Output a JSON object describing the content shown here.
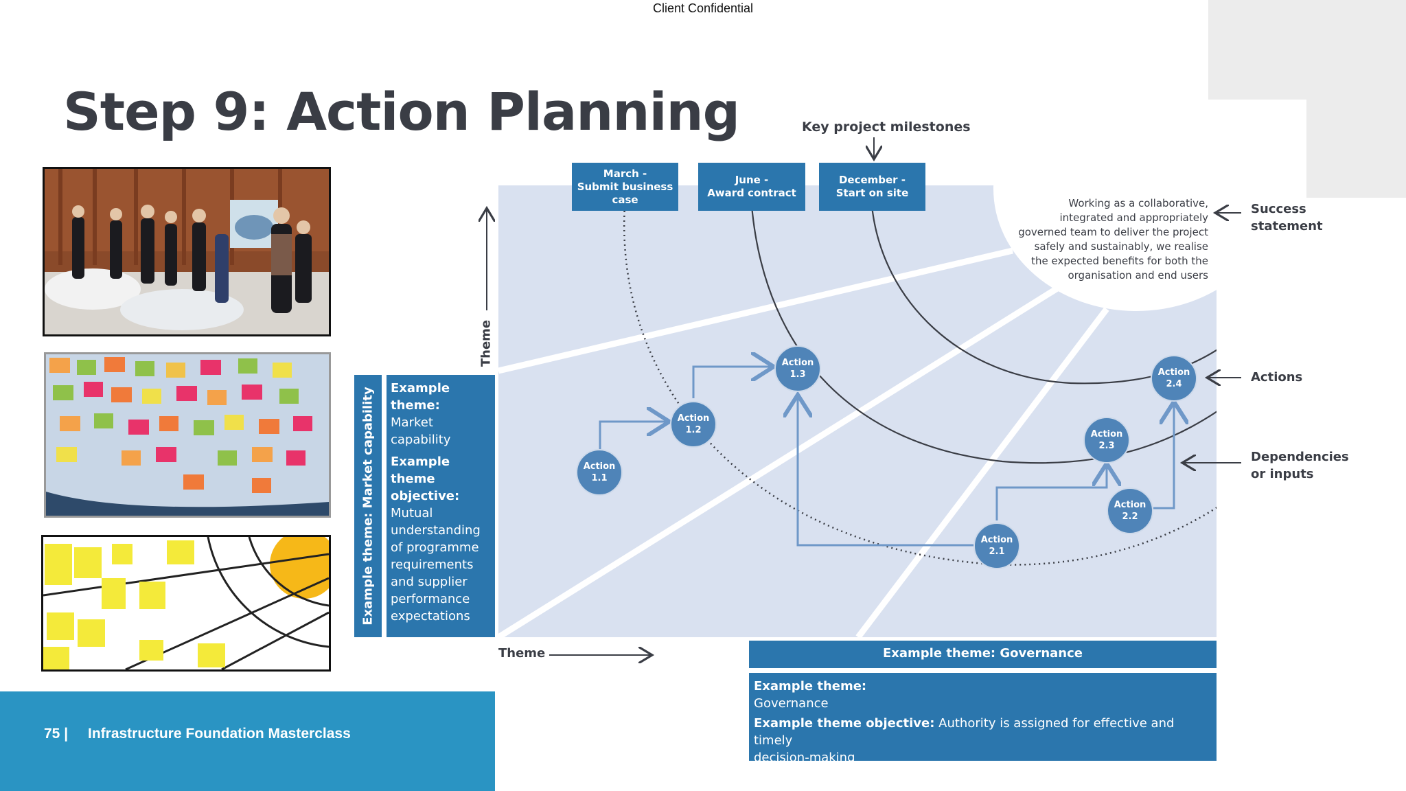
{
  "header": {
    "confidential": "Client Confidential",
    "title": "Step 9: Action Planning"
  },
  "footer": {
    "page_number": "75 |",
    "course_name": "Infrastructure Foundation Masterclass"
  },
  "diagram": {
    "key_milestones_label": "Key project milestones",
    "milestones": [
      {
        "line1": "March -",
        "line2": "Submit business",
        "line3": "case"
      },
      {
        "line1": "June -",
        "line2": "Award contract"
      },
      {
        "line1": "December -",
        "line2": "Start on site"
      }
    ],
    "success_statement_lines": [
      "Working as a collaborative,",
      "integrated and appropriately",
      "governed team to deliver the project",
      "safely and sustainably, we realise",
      "the expected benefits for both the",
      "organisation and end users"
    ],
    "right_labels": {
      "success_line1": "Success",
      "success_line2": "statement",
      "actions": "Actions",
      "dependencies_line1": "Dependencies",
      "dependencies_line2": "or inputs"
    },
    "theme_axis_vertical": "Theme",
    "theme_axis_horizontal": "Theme",
    "vertical_banner": "Example theme: Market capability",
    "left_panel": {
      "theme_label_1": "Example",
      "theme_label_2": "theme:",
      "theme_value_1": "Market",
      "theme_value_2": "capability",
      "objective_label_1": "Example theme",
      "objective_label_2": "objective:",
      "objective_lines": [
        "Mutual",
        "understanding",
        "of programme",
        "requirements",
        "and supplier",
        "performance",
        "expectations"
      ]
    },
    "bottom_banner": "Example theme: Governance",
    "bottom_panel": {
      "theme_label": "Example theme:",
      "theme_value": "Governance",
      "objective_label": "Example theme objective:",
      "objective_text_1": "Authority is assigned for effective and timely",
      "objective_text_2": "decision-making"
    },
    "actions": [
      {
        "id": "a11",
        "line1": "Action",
        "line2": "1.1"
      },
      {
        "id": "a12",
        "line1": "Action",
        "line2": "1.2"
      },
      {
        "id": "a13",
        "line1": "Action",
        "line2": "1.3"
      },
      {
        "id": "a21",
        "line1": "Action",
        "line2": "2.1"
      },
      {
        "id": "a22",
        "line1": "Action",
        "line2": "2.2"
      },
      {
        "id": "a23",
        "line1": "Action",
        "line2": "2.3"
      },
      {
        "id": "a24",
        "line1": "Action",
        "line2": "2.4"
      }
    ]
  },
  "colors": {
    "panel_blue": "#2b76ad",
    "footer_blue": "#2a94c3",
    "diagram_bg": "#d9e1f0",
    "action_fill": "#4f84b8",
    "title_text": "#3a3d45"
  }
}
